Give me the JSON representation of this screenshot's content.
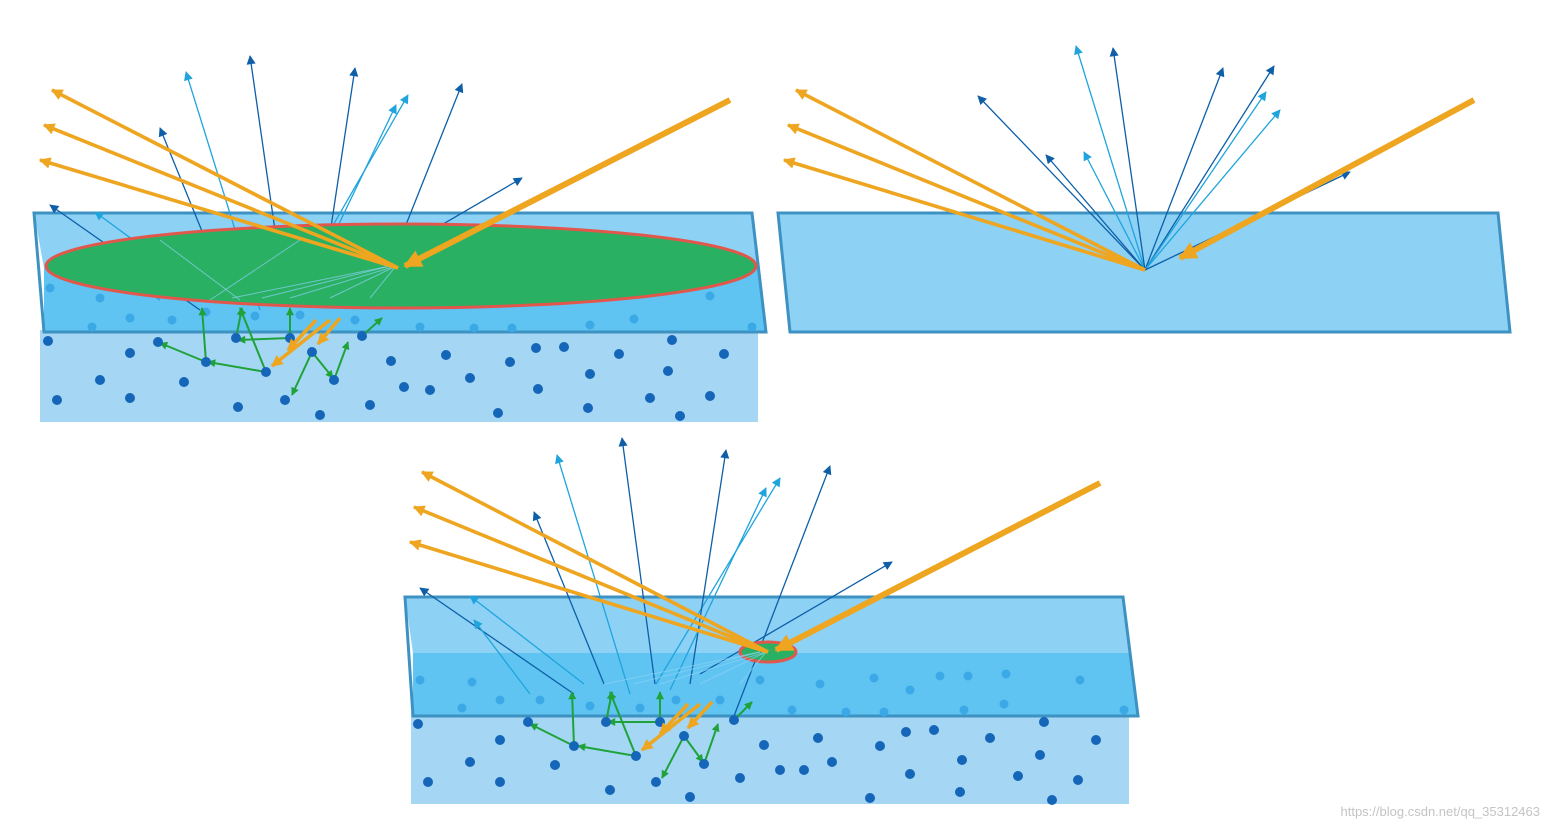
{
  "colors": {
    "background": "#ffffff",
    "substrate": "#a5d7f5",
    "layer_top": "#8dd1f5",
    "layer_bottom": "#5fc4f2",
    "layer_border": "#3d92c2",
    "particle_dark": "#1565b8",
    "particle_light": "#3ba9e6",
    "ray_dark": "#0d5fa8",
    "ray_light": "#1fa4de",
    "ray_incident": "#eea520",
    "scatter_green": "#1fa23a",
    "spot_fill": "#2ab062",
    "spot_border": "#e2574c"
  },
  "panels": [
    {
      "id": "wide-spot",
      "spot": "large"
    },
    {
      "id": "specular",
      "spot": "none"
    },
    {
      "id": "small-spot",
      "spot": "small"
    }
  ],
  "watermark": "https://blog.csdn.net/qq_35312463"
}
